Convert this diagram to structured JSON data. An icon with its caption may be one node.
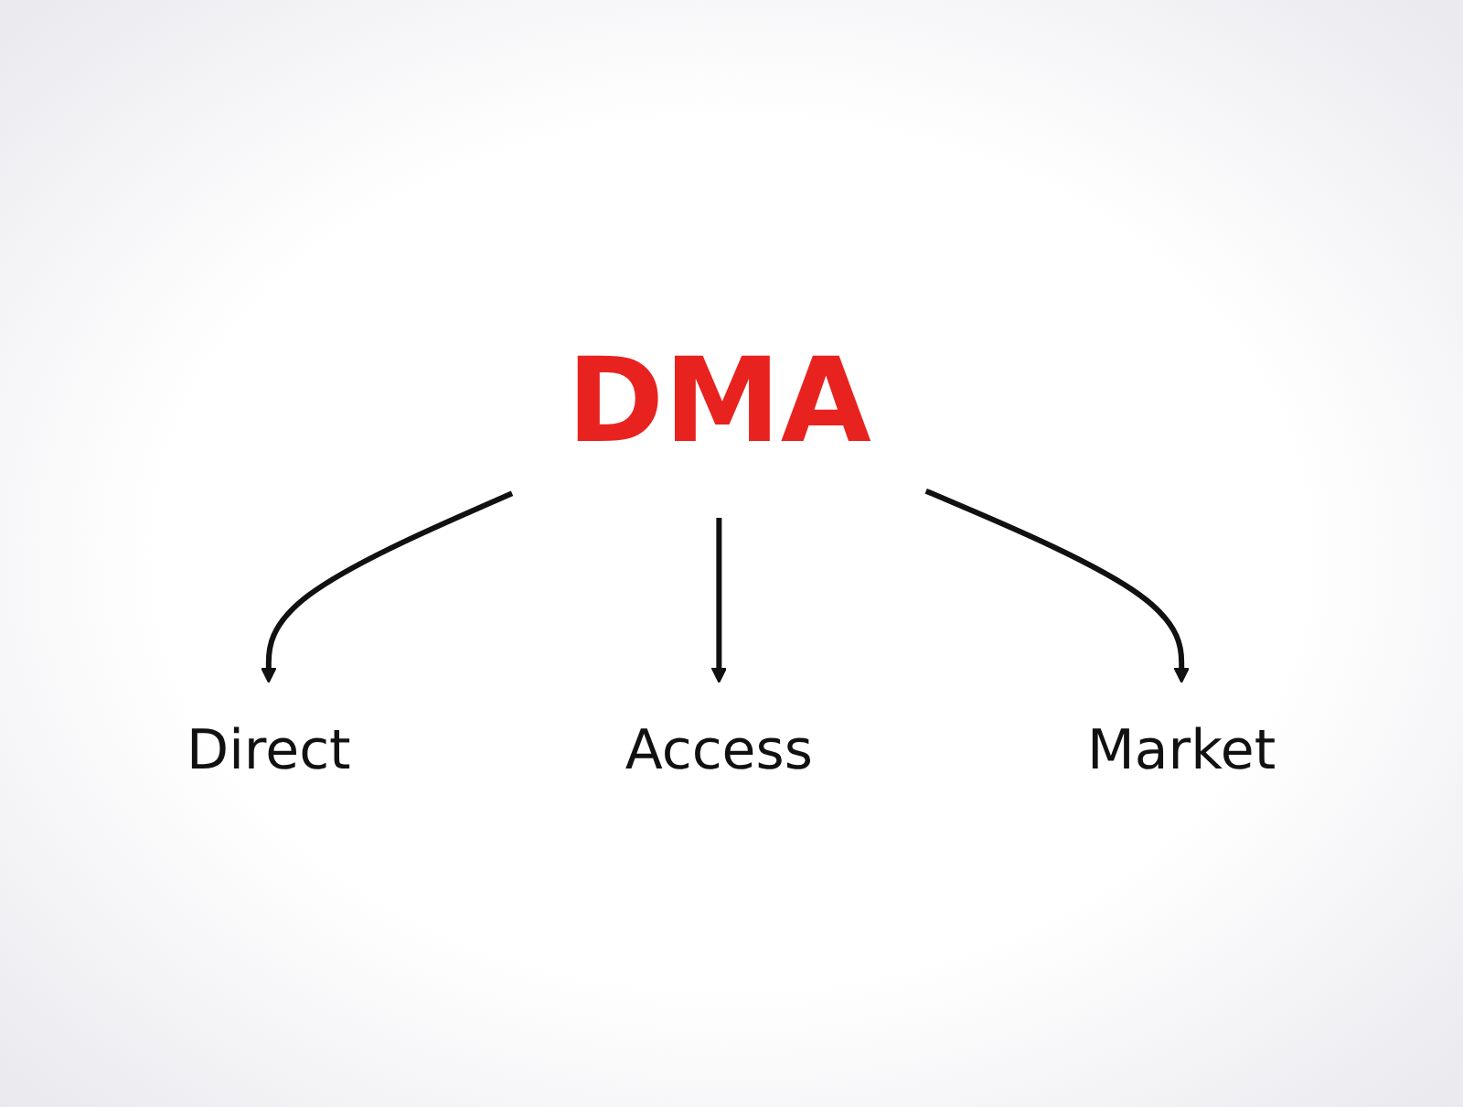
{
  "diagram": {
    "nodes": [
      {
        "text": [
          "DMA"
        ]
      },
      {
        "text": [
          "Direct"
        ]
      },
      {
        "text": [
          "Access"
        ]
      },
      {
        "text": [
          "Market"
        ]
      }
    ],
    "edges": [
      {
        "from": 0,
        "to": 1,
        "arrow": "to"
      },
      {
        "from": 0,
        "to": 2,
        "arrow": "to"
      },
      {
        "from": 0,
        "to": 3,
        "arrow": "to"
      }
    ]
  }
}
